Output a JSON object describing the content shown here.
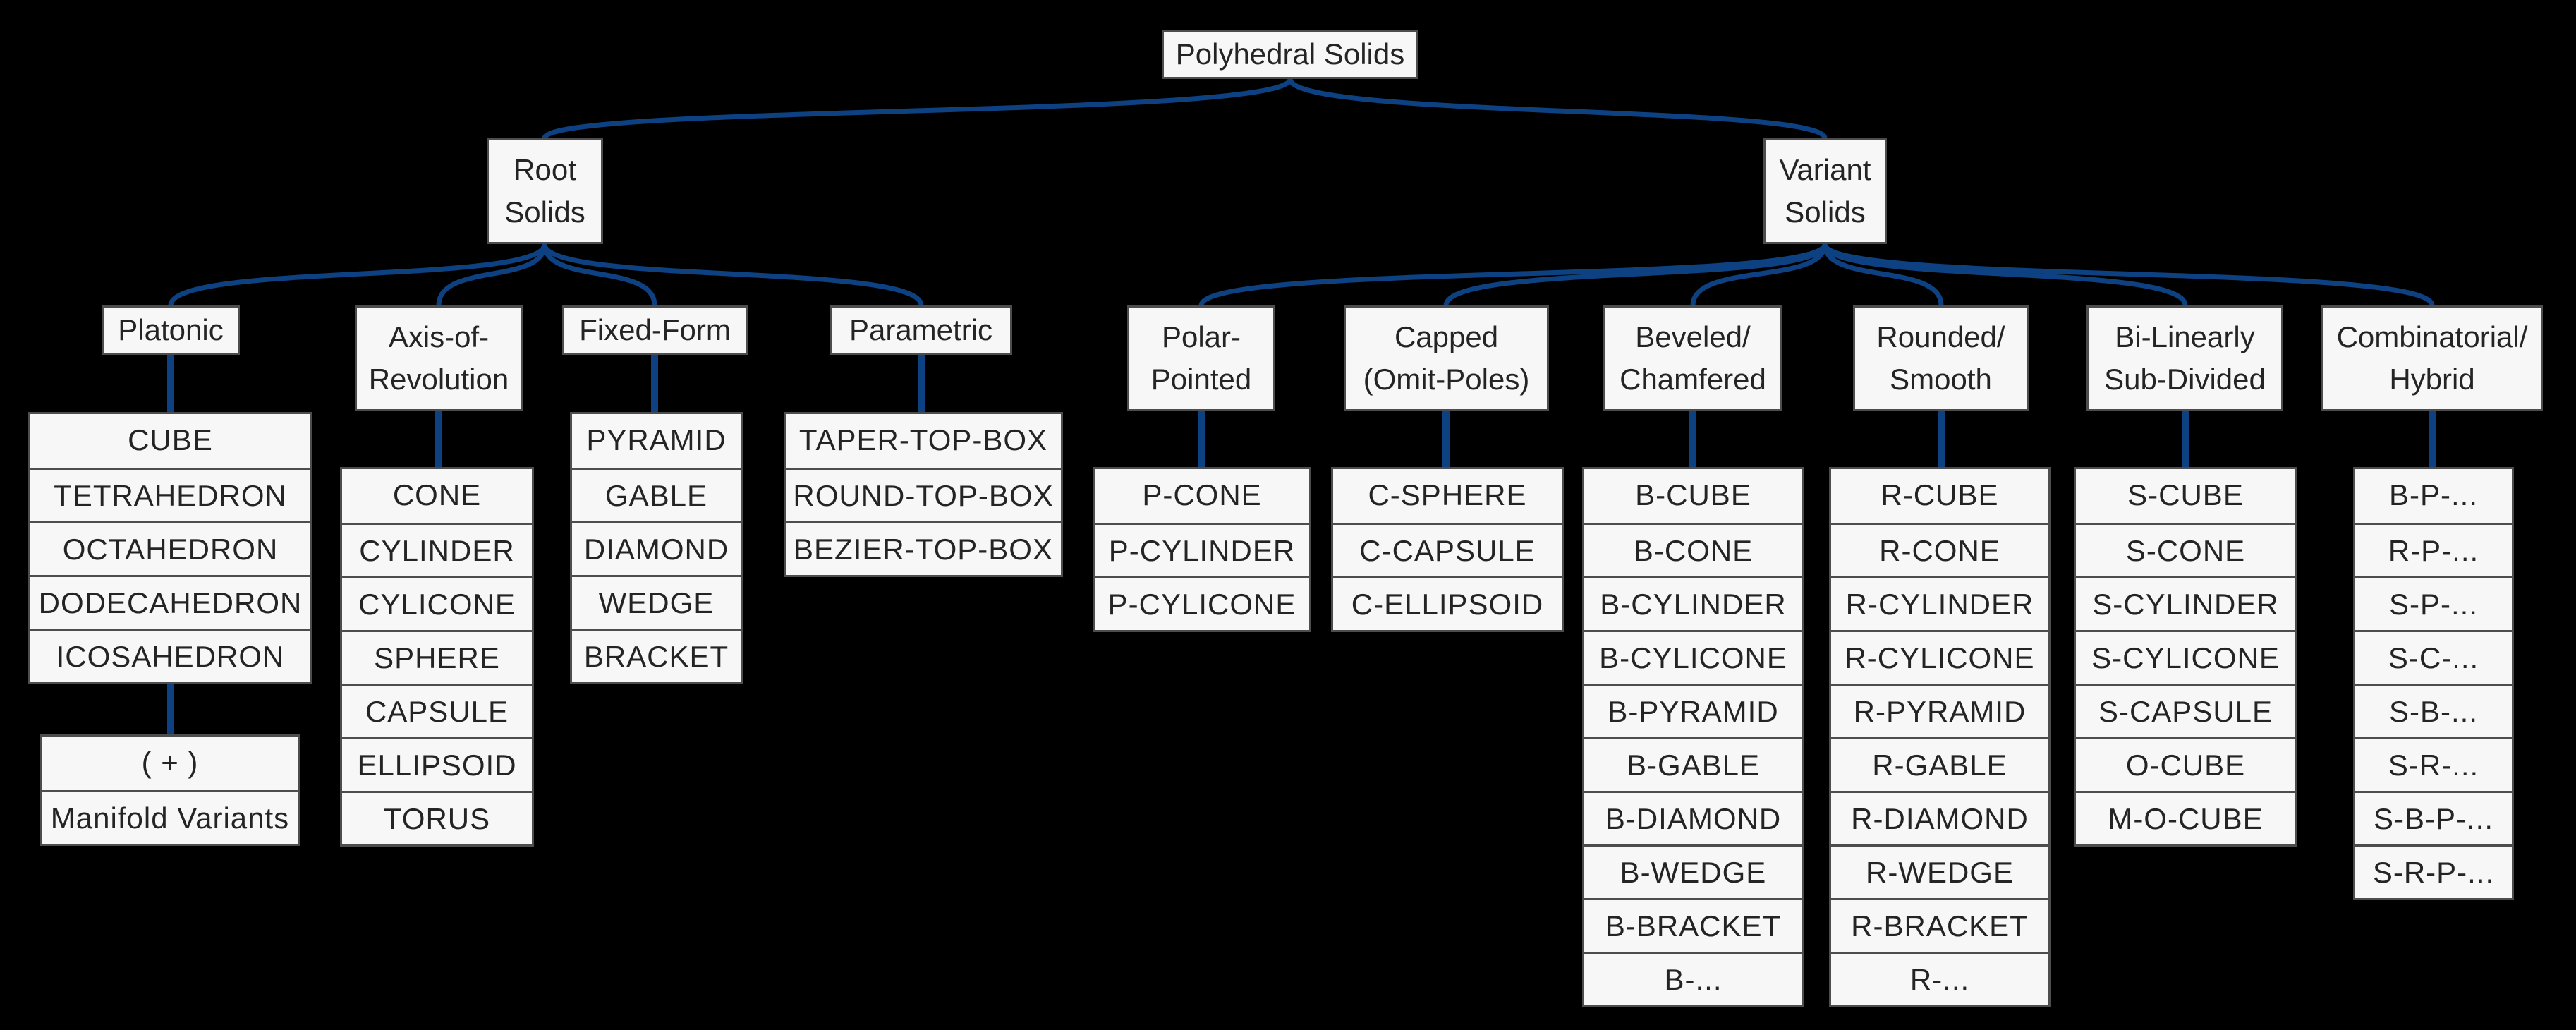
{
  "diagram": {
    "title": "Polyhedral Solids taxonomy tree",
    "colors": {
      "background": "#000000",
      "box_fill": "#f7f7f7",
      "box_border": "#4d4d4d",
      "connector_blue": "#0d4181",
      "text": "#242424"
    },
    "root": {
      "label": "Polyhedral Solids"
    },
    "groups": [
      {
        "id": "root-solids",
        "lines": [
          "Root",
          "Solids"
        ]
      },
      {
        "id": "variant-solids",
        "lines": [
          "Variant",
          "Solids"
        ]
      }
    ],
    "columns": [
      {
        "id": "platonic",
        "group": "root-solids",
        "header_lines": [
          "Platonic"
        ],
        "items": [
          "CUBE",
          "TETRAHEDRON",
          "OCTAHEDRON",
          "DODECAHEDRON",
          "ICOSAHEDRON"
        ]
      },
      {
        "id": "axis-of-revolution",
        "group": "root-solids",
        "header_lines": [
          "Axis-of-",
          "Revolution"
        ],
        "items": [
          "CONE",
          "CYLINDER",
          "CYLICONE",
          "SPHERE",
          "CAPSULE",
          "ELLIPSOID",
          "TORUS"
        ]
      },
      {
        "id": "fixed-form",
        "group": "root-solids",
        "header_lines": [
          "Fixed-Form"
        ],
        "items": [
          "PYRAMID",
          "GABLE",
          "DIAMOND",
          "WEDGE",
          "BRACKET"
        ]
      },
      {
        "id": "parametric",
        "group": "root-solids",
        "header_lines": [
          "Parametric"
        ],
        "items": [
          "TAPER-TOP-BOX",
          "ROUND-TOP-BOX",
          "BEZIER-TOP-BOX"
        ]
      },
      {
        "id": "polar-pointed",
        "group": "variant-solids",
        "header_lines": [
          "Polar-",
          "Pointed"
        ],
        "items": [
          "P-CONE",
          "P-CYLINDER",
          "P-CYLICONE"
        ]
      },
      {
        "id": "capped-omit-poles",
        "group": "variant-solids",
        "header_lines": [
          "Capped",
          "(Omit-Poles)"
        ],
        "items": [
          "C-SPHERE",
          "C-CAPSULE",
          "C-ELLIPSOID"
        ]
      },
      {
        "id": "beveled-chamfered",
        "group": "variant-solids",
        "header_lines": [
          "Beveled/",
          "Chamfered"
        ],
        "items": [
          "B-CUBE",
          "B-CONE",
          "B-CYLINDER",
          "B-CYLICONE",
          "B-PYRAMID",
          "B-GABLE",
          "B-DIAMOND",
          "B-WEDGE",
          "B-BRACKET",
          "B-..."
        ]
      },
      {
        "id": "rounded-smooth",
        "group": "variant-solids",
        "header_lines": [
          "Rounded/",
          "Smooth"
        ],
        "items": [
          "R-CUBE",
          "R-CONE",
          "R-CYLINDER",
          "R-CYLICONE",
          "R-PYRAMID",
          "R-GABLE",
          "R-DIAMOND",
          "R-WEDGE",
          "R-BRACKET",
          "R-..."
        ]
      },
      {
        "id": "bi-linearly-sub-divided",
        "group": "variant-solids",
        "header_lines": [
          "Bi-Linearly",
          "Sub-Divided"
        ],
        "items": [
          "S-CUBE",
          "S-CONE",
          "S-CYLINDER",
          "S-CYLICONE",
          "S-CAPSULE",
          "O-CUBE",
          "M-O-CUBE"
        ]
      },
      {
        "id": "combinatorial-hybrid",
        "group": "variant-solids",
        "header_lines": [
          "Combinatorial/",
          "Hybrid"
        ],
        "items": [
          "B-P-...",
          "R-P-...",
          "S-P-...",
          "S-C-...",
          "S-B-...",
          "S-R-...",
          "S-B-P-...",
          "S-R-P-..."
        ]
      }
    ],
    "platonic_extra": {
      "items": [
        "( + )",
        "Manifold Variants"
      ]
    }
  }
}
